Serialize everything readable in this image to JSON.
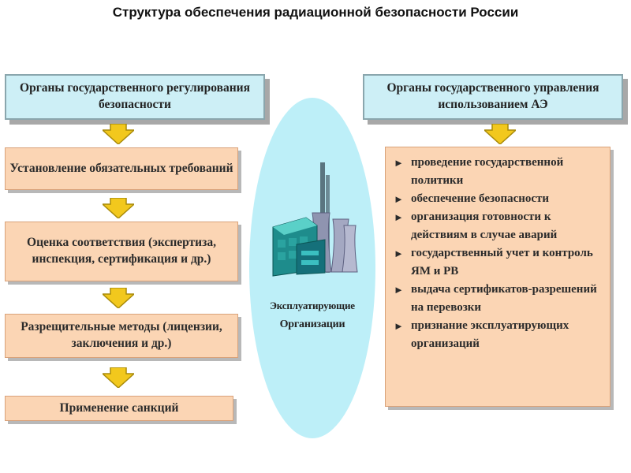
{
  "title": "Структура обеспечения радиационной безопасности России",
  "left": {
    "header": "Органы государственного регулирования безопасности",
    "steps": [
      "Установление обязательных требований",
      "Оценка соответствия (экспертиза, инспекция, сертификация и др.)",
      "Разрещительные методы (лицензии, заключения и др.)",
      "Применение санкций"
    ]
  },
  "center": {
    "label_line1": "Эксплуатирующие",
    "label_line2": "Организации",
    "icon": "nuclear-plant-icon"
  },
  "right": {
    "header": "Органы государственного управления использованием АЭ",
    "items": [
      "проведение государственной политики",
      "обеспечение безопасности",
      "организация готовности к действиям в случае аварий",
      "государственный учет и контроль ЯМ и РВ",
      "выдача сертификатов-разрешений на перевозки",
      "признание эксплуатирующих организаций"
    ]
  },
  "colors": {
    "header_fill": "#cdeff6",
    "step_fill": "#fbd5b4",
    "ellipse_fill": "#bdeff8",
    "arrow_fill": "#f2c81d"
  }
}
